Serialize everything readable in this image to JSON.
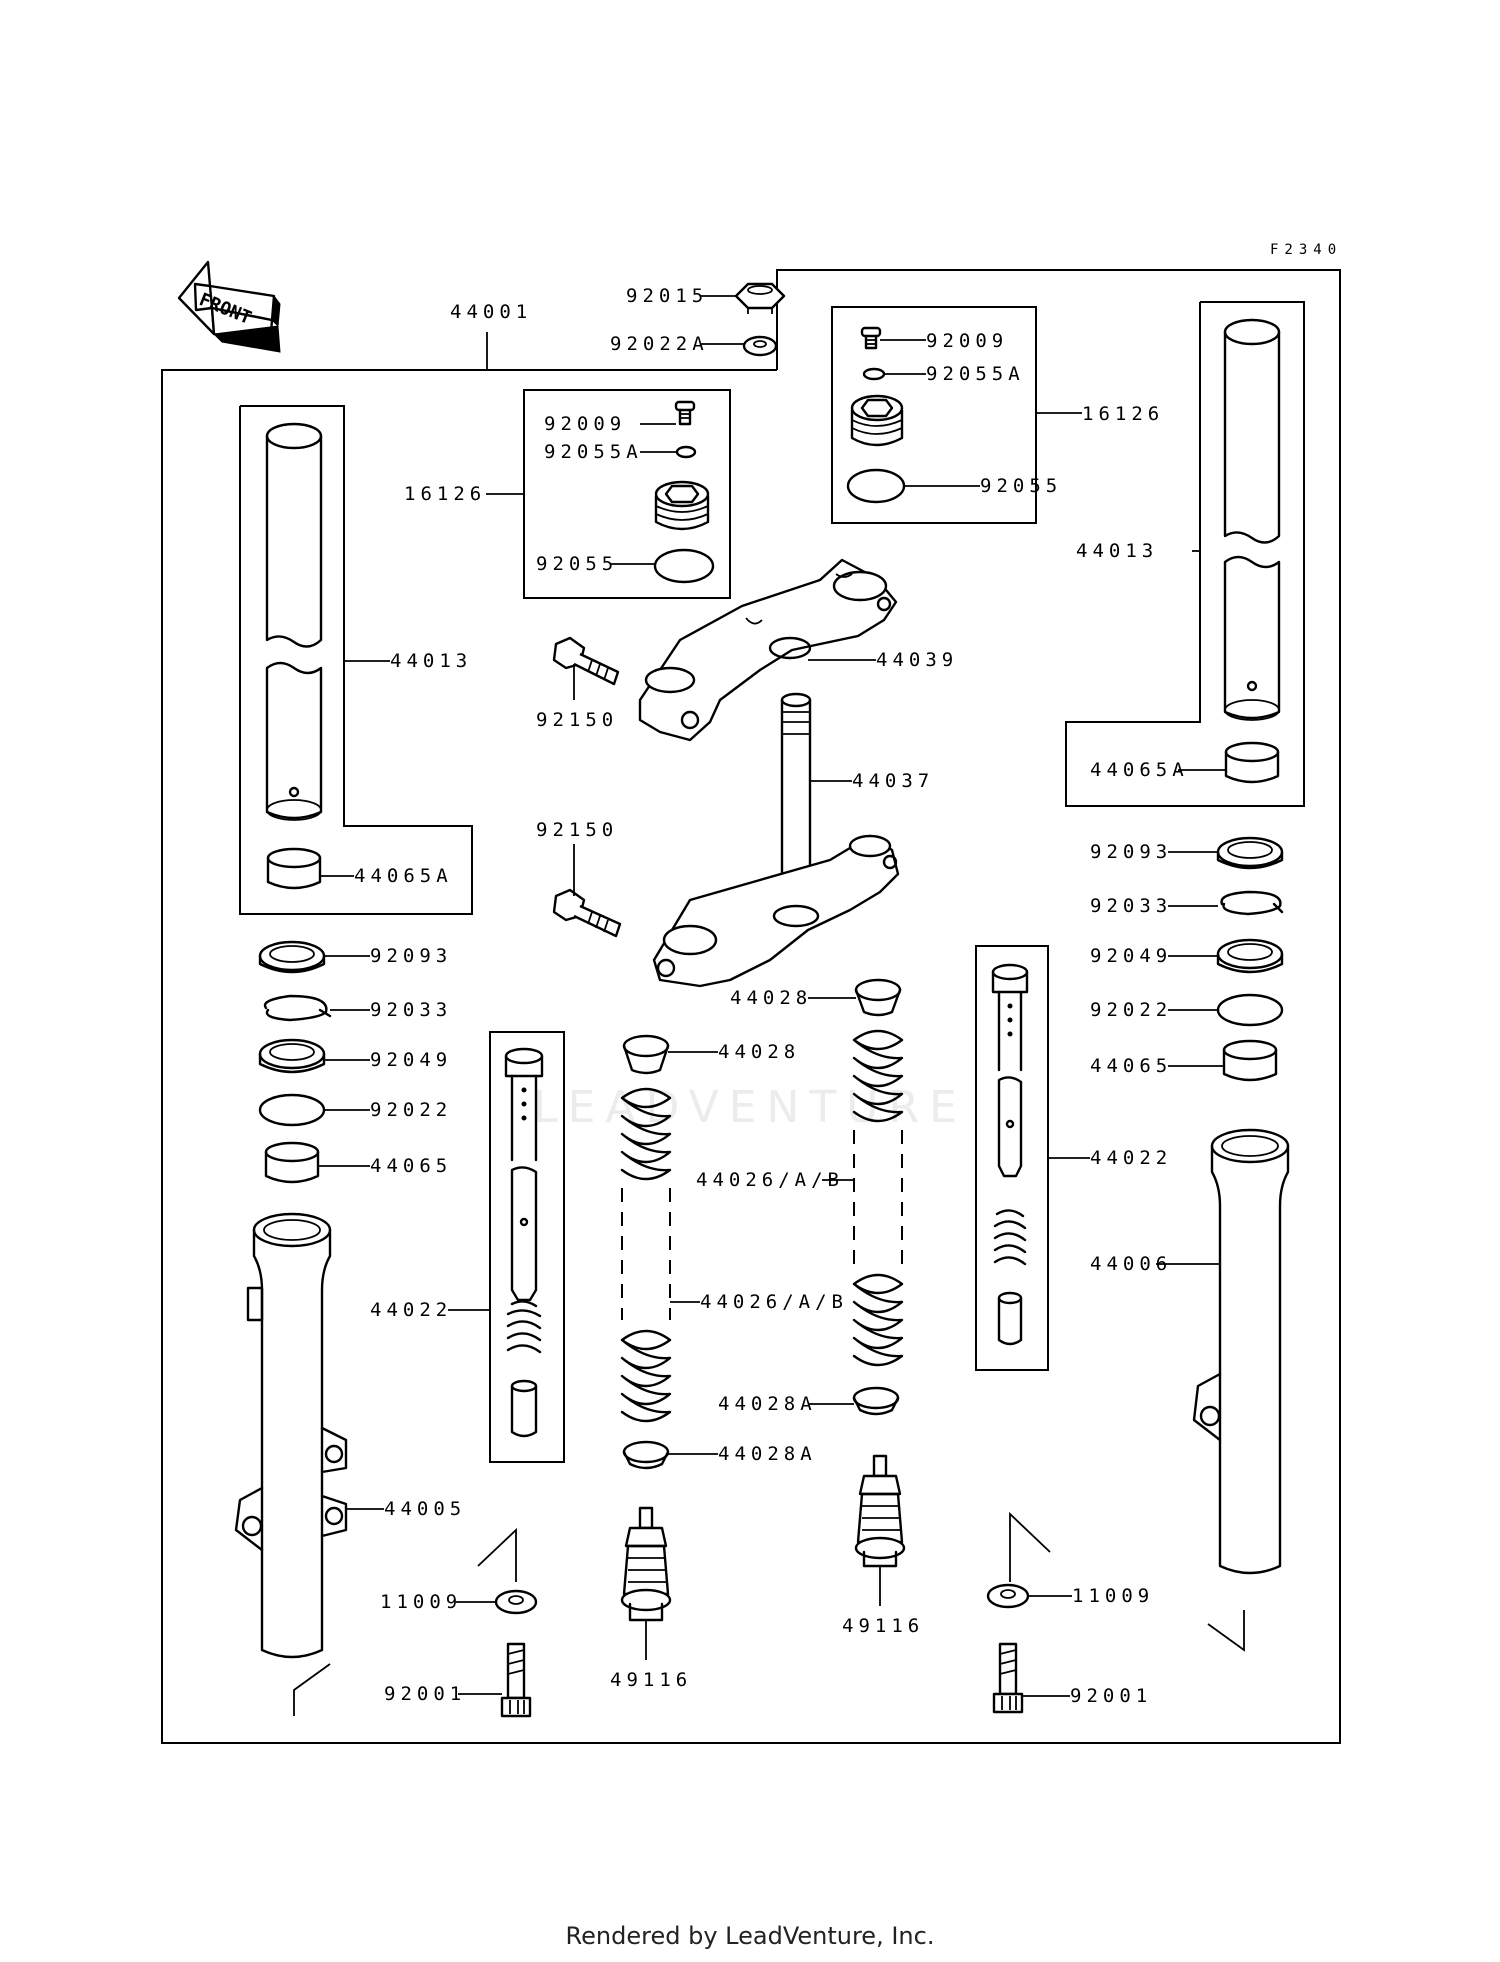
{
  "diagram_code": "F2340",
  "front_arrow_text": "FRONT",
  "footer": "Rendered by LeadVenture, Inc.",
  "watermark": "LEADVENTURE",
  "labels": [
    {
      "id": "p44001",
      "text": "44001"
    },
    {
      "id": "p92015",
      "text": "92015"
    },
    {
      "id": "p92022A_top",
      "text": "92022A"
    },
    {
      "id": "p92009_r",
      "text": "92009"
    },
    {
      "id": "p92055A_r",
      "text": "92055A"
    },
    {
      "id": "p16126_r",
      "text": "16126"
    },
    {
      "id": "p92055_r",
      "text": "92055"
    },
    {
      "id": "p92009_c",
      "text": "92009"
    },
    {
      "id": "p92055A_c",
      "text": "92055A"
    },
    {
      "id": "p16126_c",
      "text": "16126"
    },
    {
      "id": "p92055_c",
      "text": "92055"
    },
    {
      "id": "p44013_r",
      "text": "44013"
    },
    {
      "id": "p44013_l",
      "text": "44013"
    },
    {
      "id": "p44039",
      "text": "44039"
    },
    {
      "id": "p92150_a",
      "text": "92150"
    },
    {
      "id": "p44037",
      "text": "44037"
    },
    {
      "id": "p44065A_r",
      "text": "44065A"
    },
    {
      "id": "p92150_b",
      "text": "92150"
    },
    {
      "id": "p44065A_l",
      "text": "44065A"
    },
    {
      "id": "p92093_r",
      "text": "92093"
    },
    {
      "id": "p92033_r",
      "text": "92033"
    },
    {
      "id": "p92093_l",
      "text": "92093"
    },
    {
      "id": "p92049_r",
      "text": "92049"
    },
    {
      "id": "p44028_r",
      "text": "44028"
    },
    {
      "id": "p92033_l",
      "text": "92033"
    },
    {
      "id": "p92022_r",
      "text": "92022"
    },
    {
      "id": "p44028_c",
      "text": "44028"
    },
    {
      "id": "p92049_l",
      "text": "92049"
    },
    {
      "id": "p44065_r",
      "text": "44065"
    },
    {
      "id": "p92022_l",
      "text": "92022"
    },
    {
      "id": "p44022_r",
      "text": "44022"
    },
    {
      "id": "p44065_l",
      "text": "44065"
    },
    {
      "id": "p44026_a",
      "text": "44026/A/B"
    },
    {
      "id": "p44006",
      "text": "44006"
    },
    {
      "id": "p44022_l",
      "text": "44022"
    },
    {
      "id": "p44026_b",
      "text": "44026/A/B"
    },
    {
      "id": "p44028A_r",
      "text": "44028A"
    },
    {
      "id": "p44028A_c",
      "text": "44028A"
    },
    {
      "id": "p44005",
      "text": "44005"
    },
    {
      "id": "p11009_r",
      "text": "11009"
    },
    {
      "id": "p11009_l",
      "text": "11009"
    },
    {
      "id": "p49116_r",
      "text": "49116"
    },
    {
      "id": "p49116_l",
      "text": "49116"
    },
    {
      "id": "p92001_l",
      "text": "92001"
    },
    {
      "id": "p92001_r",
      "text": "92001"
    }
  ]
}
